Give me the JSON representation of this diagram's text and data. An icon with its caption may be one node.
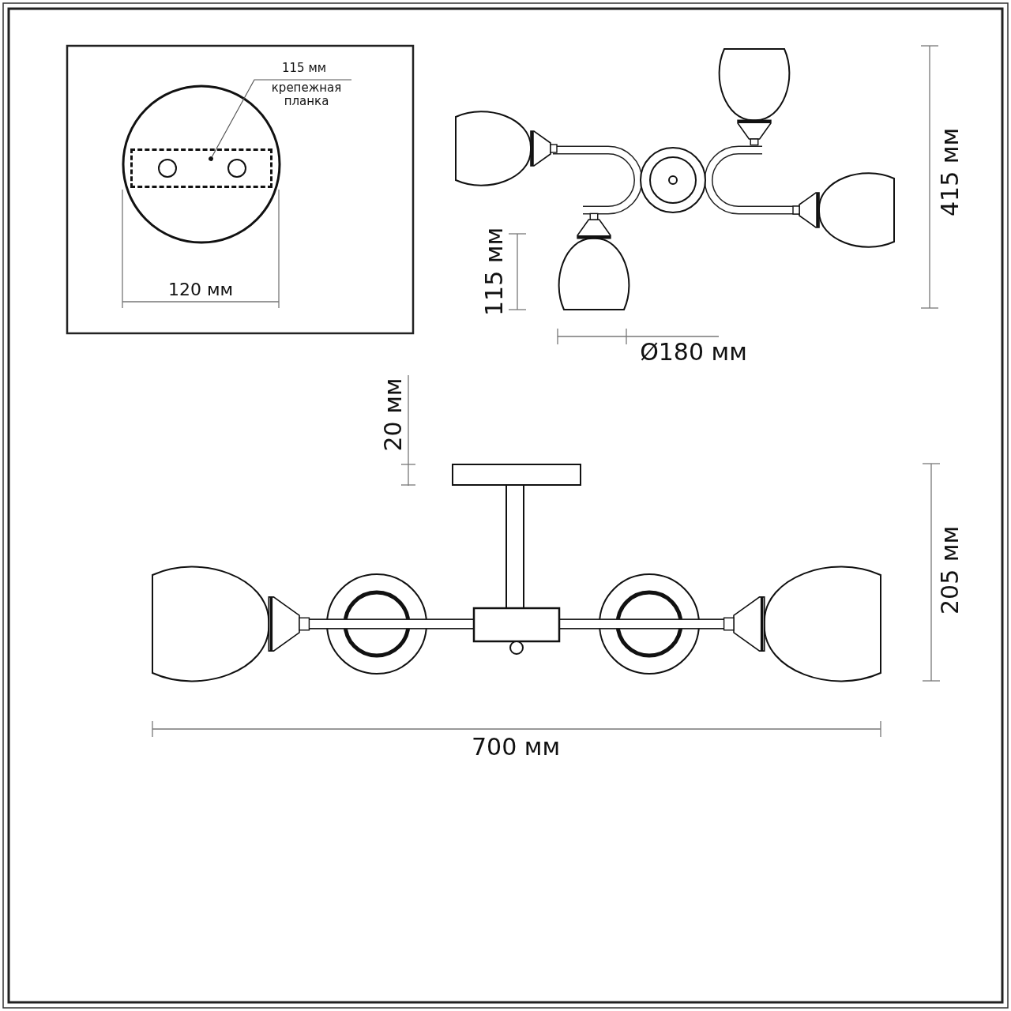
{
  "diagram": {
    "nodes": [
      {
        "text": [
          "крепежная планка"
        ]
      },
      {
        "text": [],
        "shape": "box"
      }
    ],
    "edges": [
      {
        "from": 0,
        "to": 1,
        "arrow": "other"
      }
    ],
    "labels": [
      "115 мм",
      "120 мм",
      "415 мм",
      "115 мм",
      "Ø180 мм",
      "20 мм",
      "205 мм",
      "700 мм"
    ]
  }
}
